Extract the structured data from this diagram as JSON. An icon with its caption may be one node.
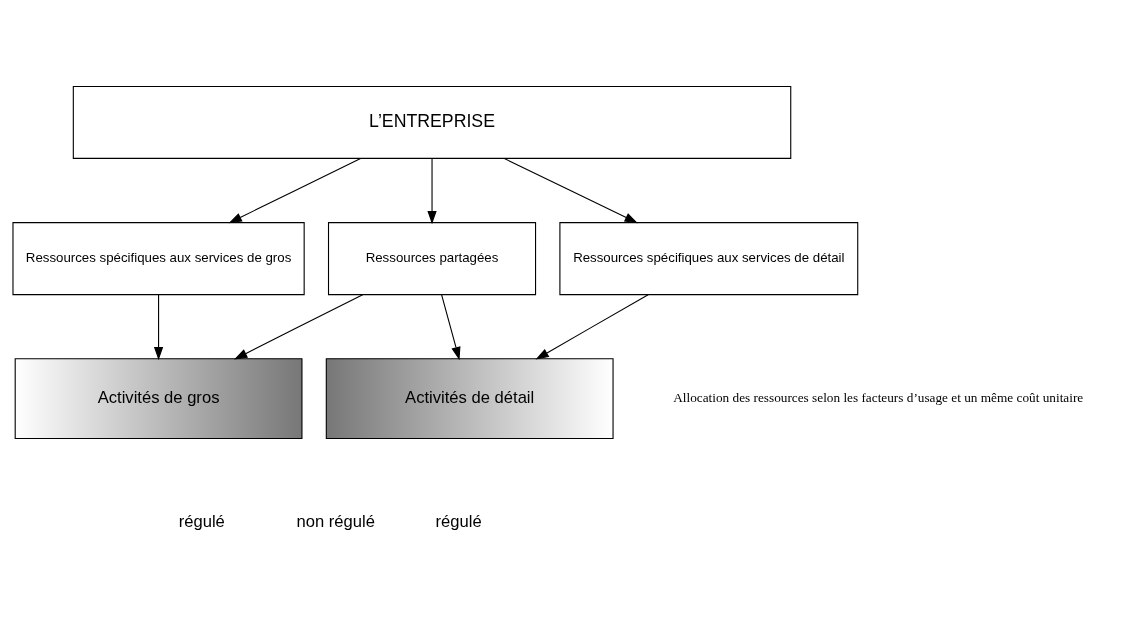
{
  "diagram": {
    "nodes": [
      {
        "text": [
          "L’ENTREPRISE"
        ]
      },
      {
        "text": [
          "Ressources spécifiques aux services de gros"
        ]
      },
      {
        "text": [
          "Ressources partagées"
        ]
      },
      {
        "text": [
          "Ressources spécifiques aux services de détail"
        ]
      },
      {
        "text": [
          "Activités de gros"
        ]
      },
      {
        "text": [
          "Activités de détail"
        ]
      }
    ],
    "edges": [
      {
        "from": 0,
        "to": 1,
        "arrow": "to"
      },
      {
        "from": 0,
        "to": 2,
        "arrow": "to"
      },
      {
        "from": 0,
        "to": 3,
        "arrow": "to"
      },
      {
        "from": 1,
        "to": 4,
        "arrow": "to"
      },
      {
        "from": 2,
        "to": 4,
        "arrow": "to"
      },
      {
        "from": 2,
        "to": 5,
        "arrow": "to"
      },
      {
        "from": 3,
        "to": 5,
        "arrow": "to"
      }
    ],
    "labels": [
      "Allocation des ressources selon les facteurs d’usage et un même coût unitaire",
      "régulé",
      "non régulé",
      "régulé"
    ]
  }
}
